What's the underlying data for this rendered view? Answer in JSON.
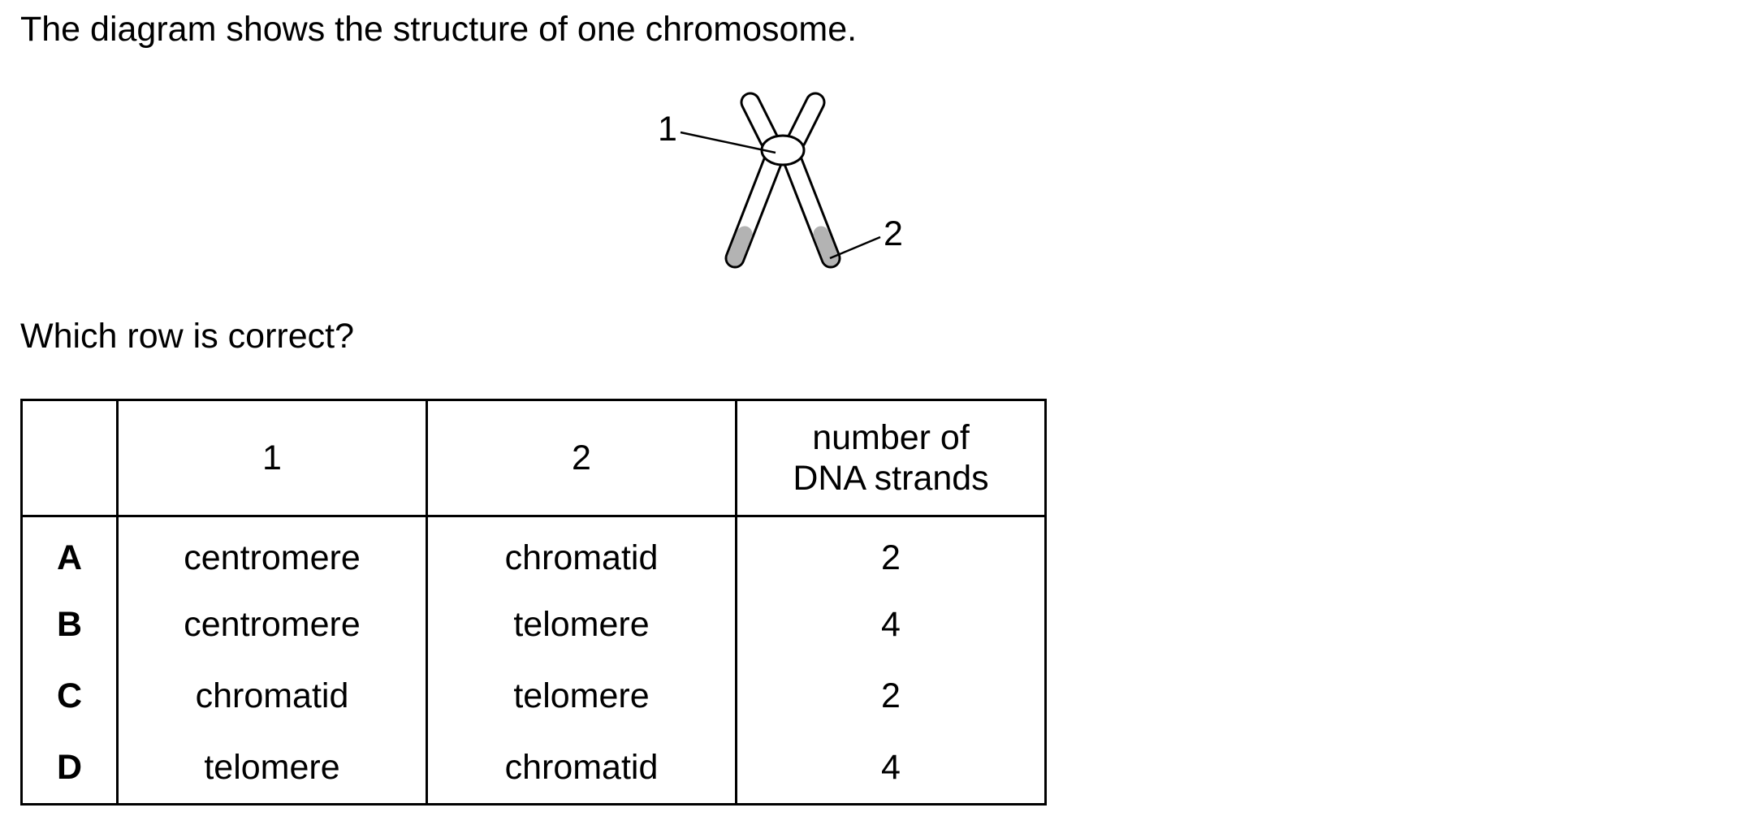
{
  "intro_text": "The diagram shows the structure of one chromosome.",
  "diagram": {
    "label_1": "1",
    "label_2": "2"
  },
  "question_text": "Which row is correct?",
  "table": {
    "headers": [
      "",
      "1",
      "2",
      "number of\nDNA strands"
    ],
    "header_line1": "number of",
    "header_line2": "DNA strands",
    "rows": [
      {
        "letter": "A",
        "col1": "centromere",
        "col2": "chromatid",
        "col3": "2"
      },
      {
        "letter": "B",
        "col1": "centromere",
        "col2": "telomere",
        "col3": "4"
      },
      {
        "letter": "C",
        "col1": "chromatid",
        "col2": "telomere",
        "col3": "2"
      },
      {
        "letter": "D",
        "col1": "telomere",
        "col2": "chromatid",
        "col3": "4"
      }
    ]
  }
}
